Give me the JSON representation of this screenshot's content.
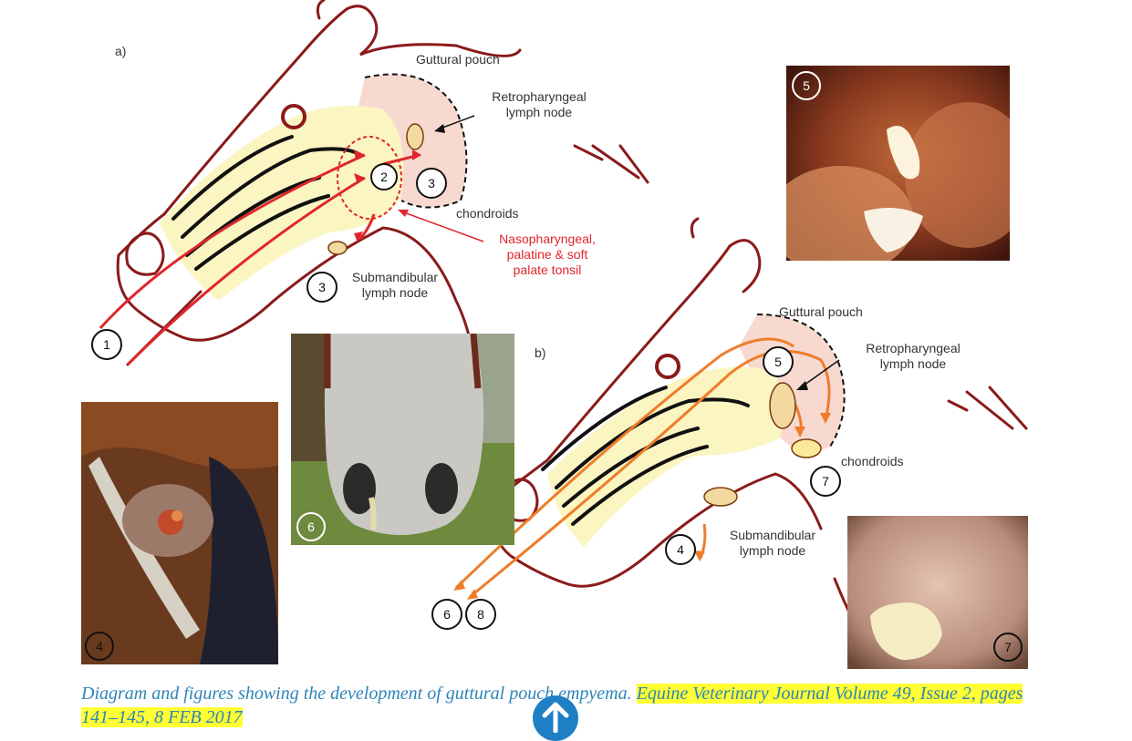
{
  "diagram_a": {
    "panel_label": "a)",
    "labels": {
      "guttural_pouch": "Guttural pouch",
      "retropharyngeal": "Retropharyngeal\nlymph node",
      "chondroids": "chondroids",
      "tonsil": "Nasopharyngeal,\npalatine & soft\npalate tonsil",
      "submandibular": "Submandibular\nlymph node"
    },
    "markers": [
      "1",
      "2",
      "3",
      "3"
    ]
  },
  "diagram_b": {
    "panel_label": "b)",
    "labels": {
      "guttural_pouch": "Guttural pouch",
      "retropharyngeal": "Retropharyngeal\nlymph node",
      "chondroids": "chondroids",
      "submandibular": "Submandibular\nlymph node"
    },
    "markers": [
      "5",
      "7",
      "4",
      "6",
      "8"
    ]
  },
  "photos": [
    {
      "number": "5"
    },
    {
      "number": "6"
    },
    {
      "number": "4"
    },
    {
      "number": "7"
    }
  ],
  "caption": {
    "text": "Diagram and figures showing the development of guttural pouch empyema. ",
    "source": "Equine Veterinary Journal Volume 49, Issue 2, pages 141–145, 8 FEB 2017"
  },
  "colors": {
    "outline": "#8b1a1a",
    "pouch_fill": "#f7d9d0",
    "airway_fill": "#fbf5c2",
    "red_arrow": "#e0262c",
    "orange_arrow": "#ee7d2a",
    "caption": "#2e84b8",
    "highlight": "#ffff33",
    "scroll_button": "#1f7fc4"
  },
  "icons": {
    "scroll_top": "arrow-up-icon"
  }
}
